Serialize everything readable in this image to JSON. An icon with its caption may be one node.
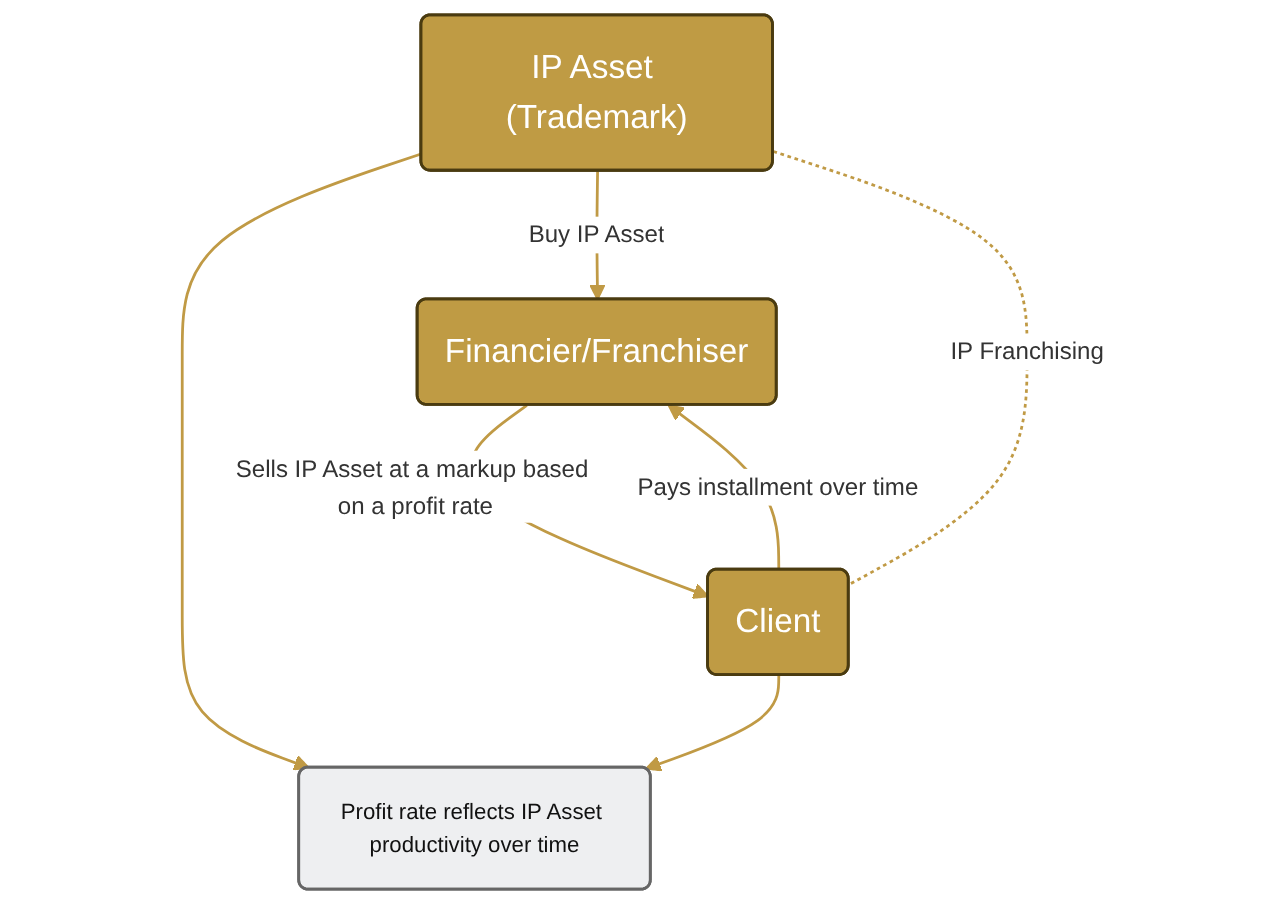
{
  "diagram": {
    "nodes": [
      {
        "text": [
          "IP Asset (Trademark)"
        ]
      },
      {
        "text": [
          "Profit rate reflects IP Asset productivity over time"
        ]
      },
      {
        "text": [
          "Financier/Franchiser"
        ]
      },
      {
        "text": [
          "Client"
        ]
      }
    ],
    "edges": [
      {
        "from": 0,
        "to": 1,
        "arrow": "to"
      },
      {
        "from": 0,
        "to": 2,
        "arrow": "to",
        "label": "Buy IP Asset"
      },
      {
        "from": 2,
        "to": 3,
        "arrow": "to",
        "label": "Sells IP Asset at a markup based on a profit rate"
      },
      {
        "from": 3,
        "to": 2,
        "arrow": "to",
        "label": "Pays installment over time"
      },
      {
        "from": 3,
        "to": 1,
        "arrow": "to"
      },
      {
        "from": 0,
        "to": 3,
        "arrow": "none",
        "style": "dashed",
        "label": "IP Franchising"
      }
    ]
  }
}
